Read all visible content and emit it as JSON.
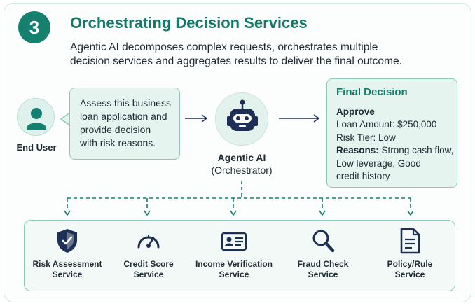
{
  "step": {
    "number": "3"
  },
  "header": {
    "title": "Orchestrating Decision Services",
    "subtitle_lines": [
      "Agentic AI decomposes complex requests, orchestrates multiple",
      "decision services and aggregates results to deliver the final outcome."
    ]
  },
  "end_user": {
    "label": "End User",
    "request_lines": [
      "Assess this business",
      "loan application and",
      "provide decision",
      "with risk reasons."
    ]
  },
  "orchestrator": {
    "name": "Agentic AI",
    "role": "(Orchestrator)"
  },
  "final_decision": {
    "title": "Final Decision",
    "decision": "Approve",
    "loan_amount_label": "Loan Amount:",
    "loan_amount_value": "$250,000",
    "risk_tier_label": "Risk Tier:",
    "risk_tier_value": "Low",
    "reasons_label": "Reasons:",
    "reasons_lines": [
      "Strong cash flow,",
      "Low leverage, Good",
      "credit history"
    ]
  },
  "services": [
    {
      "line1": "Risk Assessment",
      "line2": "Service",
      "icon": "shield-icon"
    },
    {
      "line1": "Credit Score",
      "line2": "Service",
      "icon": "gauge-icon"
    },
    {
      "line1": "Income Verification",
      "line2": "Service",
      "icon": "id-card-icon"
    },
    {
      "line1": "Fraud Check",
      "line2": "Service",
      "icon": "magnifier-icon"
    },
    {
      "line1": "Policy/Rule",
      "line2": "Service",
      "icon": "document-icon"
    }
  ],
  "colors": {
    "accent": "#15806d",
    "accent_light": "#e6f4f0",
    "border": "#8cc9b8",
    "text": "#1f2a33",
    "icon_dark": "#1e2f55"
  }
}
